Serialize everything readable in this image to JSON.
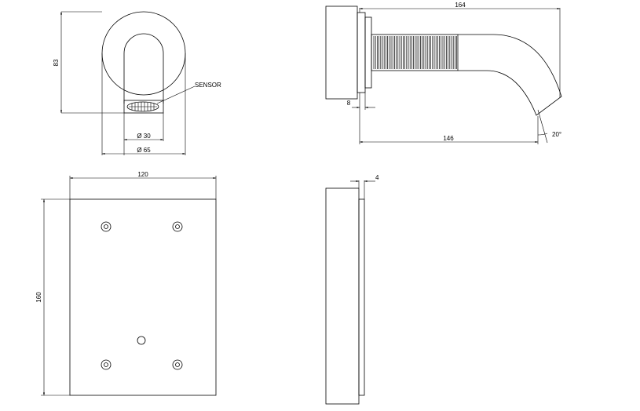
{
  "views": {
    "front_spout": {
      "height_label": "83",
      "sensor_label": "SENSOR",
      "inner_diameter_label": "Ø 30",
      "outer_diameter_label": "Ø 65"
    },
    "side_spout": {
      "length_label": "164",
      "projection_label": "146",
      "gap_label": "8",
      "angle_label": "20°"
    },
    "plate_front": {
      "width_label": "120",
      "height_label": "160"
    },
    "plate_side": {
      "thickness_label": "4"
    }
  },
  "colors": {
    "line": "#000000",
    "background": "#ffffff"
  }
}
